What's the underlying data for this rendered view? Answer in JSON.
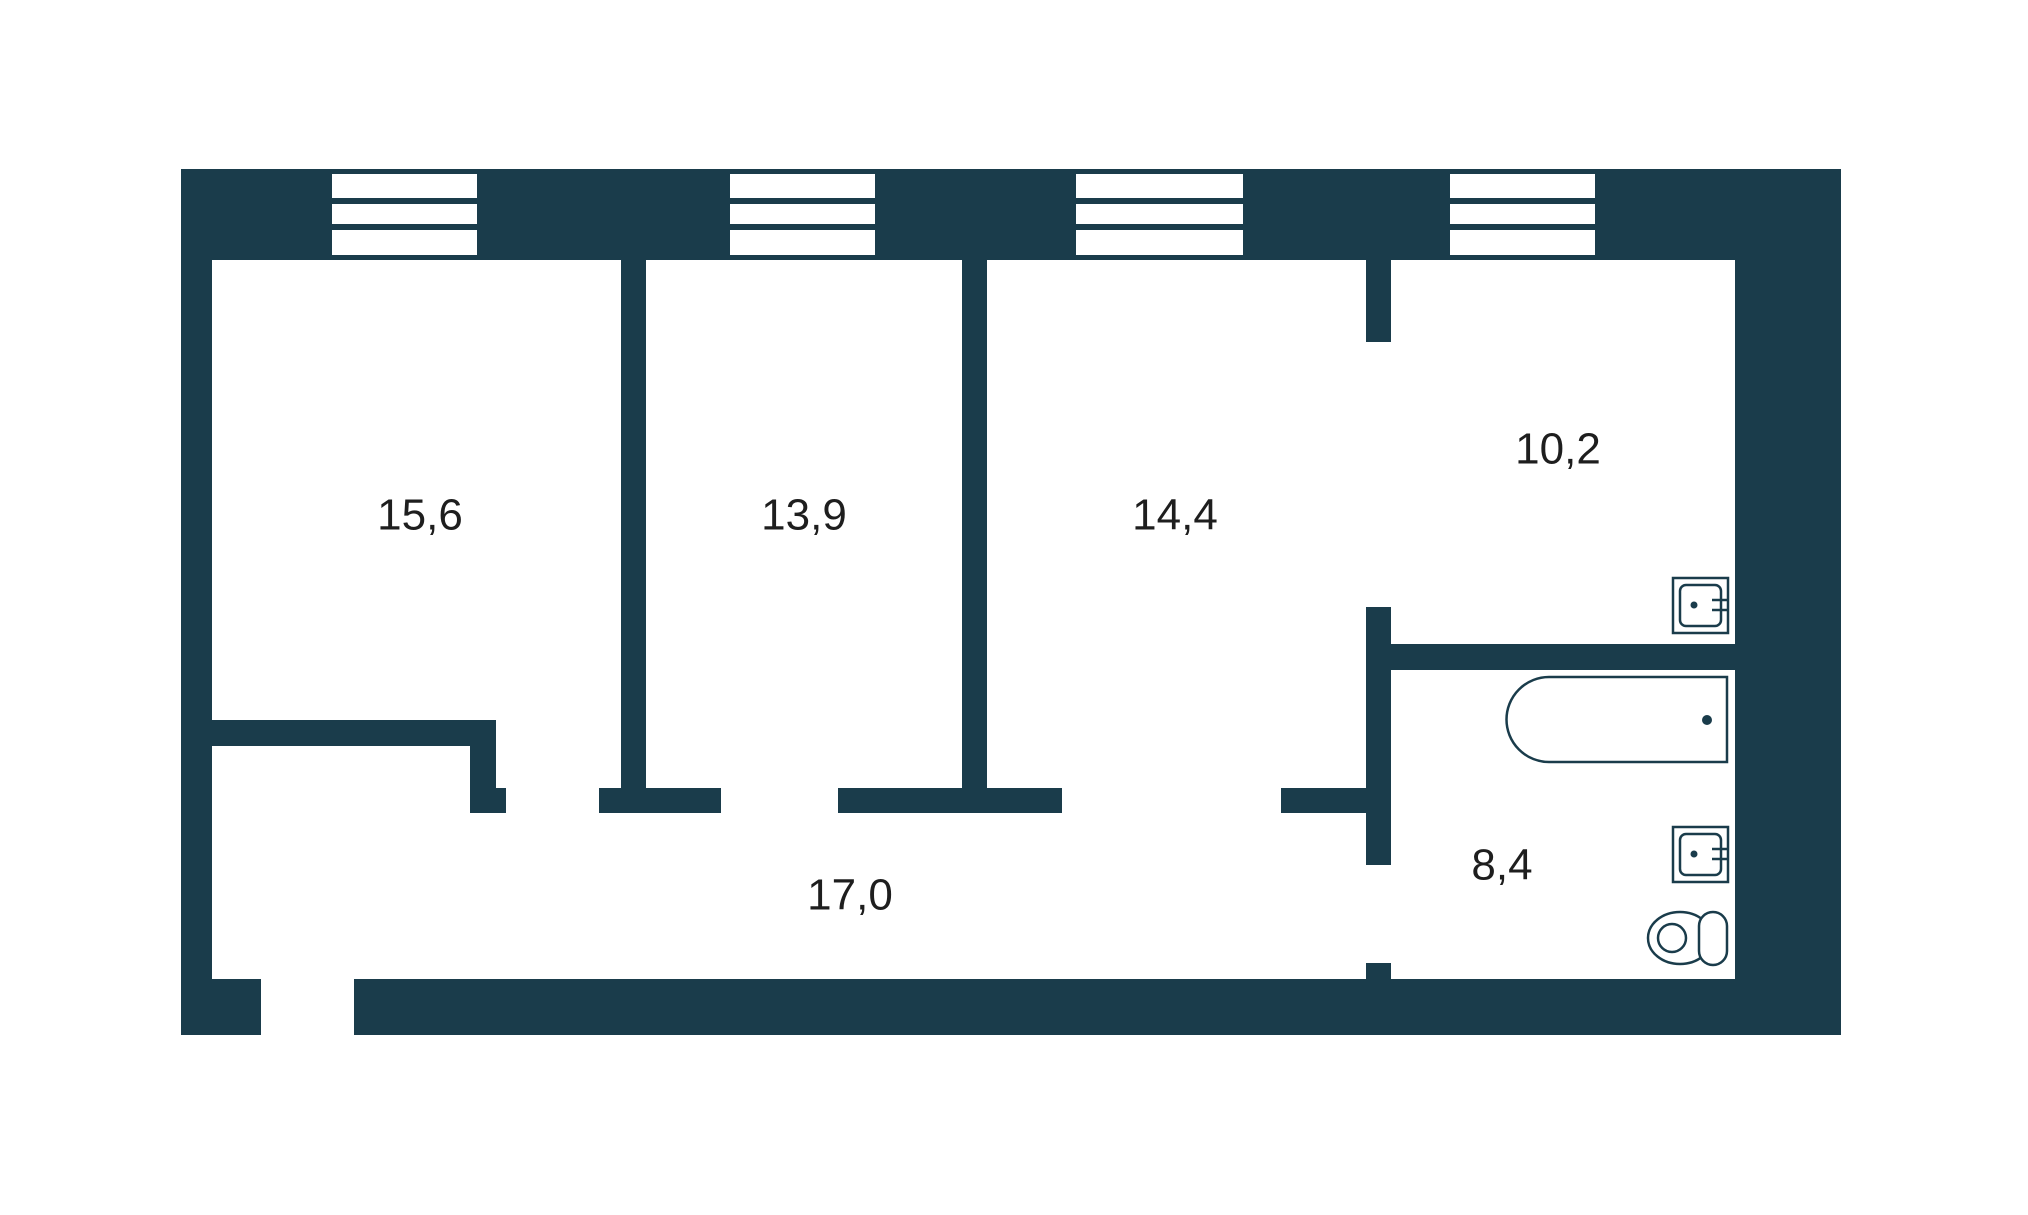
{
  "rooms": [
    {
      "id": "room-1",
      "area": "15,6"
    },
    {
      "id": "room-2",
      "area": "13,9"
    },
    {
      "id": "room-3",
      "area": "14,4"
    },
    {
      "id": "kitchen",
      "area": "10,2"
    },
    {
      "id": "bathroom",
      "area": "8,4"
    },
    {
      "id": "hallway",
      "area": "17,0"
    }
  ],
  "colors": {
    "wall": "#1a3c4b",
    "background": "#ffffff",
    "label": "#1e1e1e"
  },
  "fixtures": [
    "kitchen-sink-icon",
    "bathtub-icon",
    "bathroom-sink-icon",
    "toilet-icon"
  ]
}
